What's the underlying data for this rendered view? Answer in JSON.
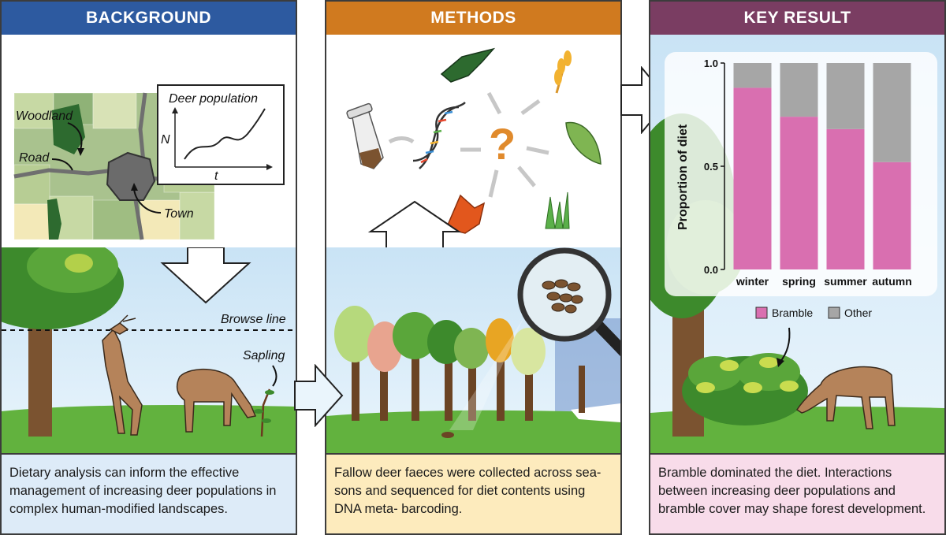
{
  "panels": {
    "background": {
      "title": "BACKGROUND",
      "color": "#2d5aa0",
      "map_labels": {
        "woodland": "Woodland",
        "road": "Road",
        "town": "Town"
      },
      "inset": {
        "title": "Deer population",
        "y_axis": "N",
        "x_axis": "t"
      },
      "scene_labels": {
        "browse_line": "Browse line",
        "sapling": "Sapling"
      },
      "caption": "Dietary analysis can inform the effective management of increasing deer populations in complex human-modified landscapes."
    },
    "methods": {
      "title": "METHODS",
      "color": "#d07a1f",
      "question_mark": "?",
      "caption": "Fallow deer faeces were collected across sea- sons and sequenced for diet contents using DNA meta- barcoding."
    },
    "key_result": {
      "title": "KEY RESULT",
      "color": "#7a3d62",
      "legend": {
        "bramble": "Bramble",
        "other": "Other"
      },
      "caption": "Bramble dominated the diet. Interactions between increasing deer populations and bramble cover may shape forest development."
    }
  },
  "colors": {
    "bramble": "#d96fb0",
    "other": "#a6a6a6",
    "bg_caption": "#ddebf8",
    "methods_caption": "#fdebbd",
    "result_caption": "#f8dcea"
  },
  "chart_data": {
    "type": "bar",
    "stacked": true,
    "categories": [
      "winter",
      "spring",
      "summer",
      "autumn"
    ],
    "series": [
      {
        "name": "Bramble",
        "values": [
          0.88,
          0.74,
          0.68,
          0.52
        ]
      },
      {
        "name": "Other",
        "values": [
          0.12,
          0.26,
          0.32,
          0.48
        ]
      }
    ],
    "xlabel": "",
    "ylabel": "Proportion of diet",
    "ylim": [
      0,
      1
    ],
    "yticks": [
      "0.0",
      "0.5",
      "1.0"
    ],
    "grid": false,
    "legend_position": "bottom"
  }
}
